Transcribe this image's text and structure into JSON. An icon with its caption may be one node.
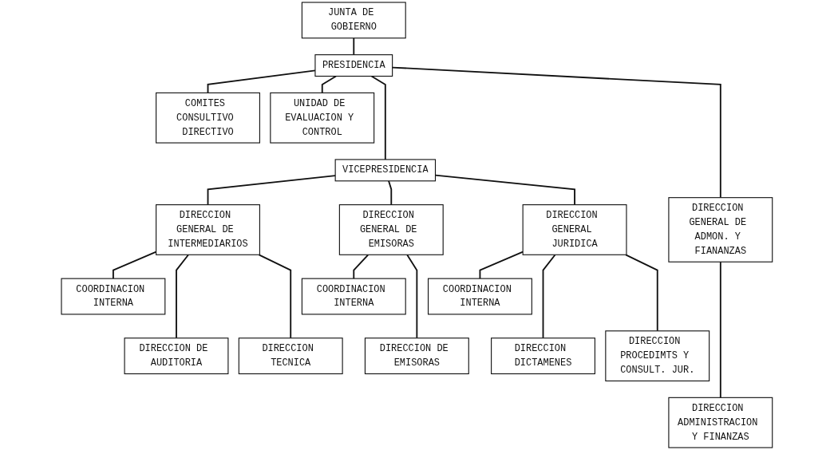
{
  "diagram": {
    "nodes": [
      {
        "text": [
          "JUNTA DE GOBIERNO"
        ]
      },
      {
        "text": [
          "PRESIDENCIA"
        ]
      },
      {
        "text": [
          "COMITES CONSULTIVO DIRECTIVO"
        ]
      },
      {
        "text": [
          "UNIDAD DE EVALUACION Y CONTROL"
        ]
      },
      {
        "text": [
          "VICEPRESIDENCIA"
        ]
      },
      {
        "text": [
          "DIRECCION GENERAL DE INTERMEDIARIOS"
        ]
      },
      {
        "text": [
          "DIRECCION GENERAL DE EMISORAS"
        ]
      },
      {
        "text": [
          "DIRECCION GENERAL JURIDICA"
        ]
      },
      {
        "text": [
          "DIRECCION GENERAL DE ADMON. Y FIANANZAS"
        ]
      },
      {
        "text": [
          "COORDINACION INTERNA"
        ]
      },
      {
        "text": [
          "COORDINACION INTERNA"
        ]
      },
      {
        "text": [
          "COORDINACION INTERNA"
        ]
      },
      {
        "text": [
          "DIRECCION DE AUDITORIA"
        ]
      },
      {
        "text": [
          "DIRECCION TECNICA"
        ]
      },
      {
        "text": [
          "DIRECCION DE EMISORAS"
        ]
      },
      {
        "text": [
          "DIRECCION DICTAMENES"
        ]
      },
      {
        "text": [
          "DIRECCION PROCEDIMTS Y CONSULT. JUR."
        ]
      },
      {
        "text": [
          "DIRECCION ADMINISTRACION Y FINANZAS"
        ]
      }
    ],
    "edges": [
      {
        "from": 0,
        "to": 1,
        "arrow": "none"
      },
      {
        "from": 1,
        "to": 2,
        "arrow": "none"
      },
      {
        "from": 1,
        "to": 3,
        "arrow": "none"
      },
      {
        "from": 1,
        "to": 4,
        "arrow": "none"
      },
      {
        "from": 1,
        "to": 8,
        "arrow": "none"
      },
      {
        "from": 4,
        "to": 5,
        "arrow": "none"
      },
      {
        "from": 4,
        "to": 6,
        "arrow": "none"
      },
      {
        "from": 4,
        "to": 7,
        "arrow": "none"
      },
      {
        "from": 5,
        "to": 9,
        "arrow": "none"
      },
      {
        "from": 5,
        "to": 12,
        "arrow": "none"
      },
      {
        "from": 5,
        "to": 13,
        "arrow": "none"
      },
      {
        "from": 6,
        "to": 10,
        "arrow": "none"
      },
      {
        "from": 6,
        "to": 14,
        "arrow": "none"
      },
      {
        "from": 7,
        "to": 11,
        "arrow": "none"
      },
      {
        "from": 7,
        "to": 15,
        "arrow": "none"
      },
      {
        "from": 7,
        "to": 16,
        "arrow": "none"
      },
      {
        "from": 8,
        "to": 17,
        "arrow": "none"
      }
    ]
  }
}
